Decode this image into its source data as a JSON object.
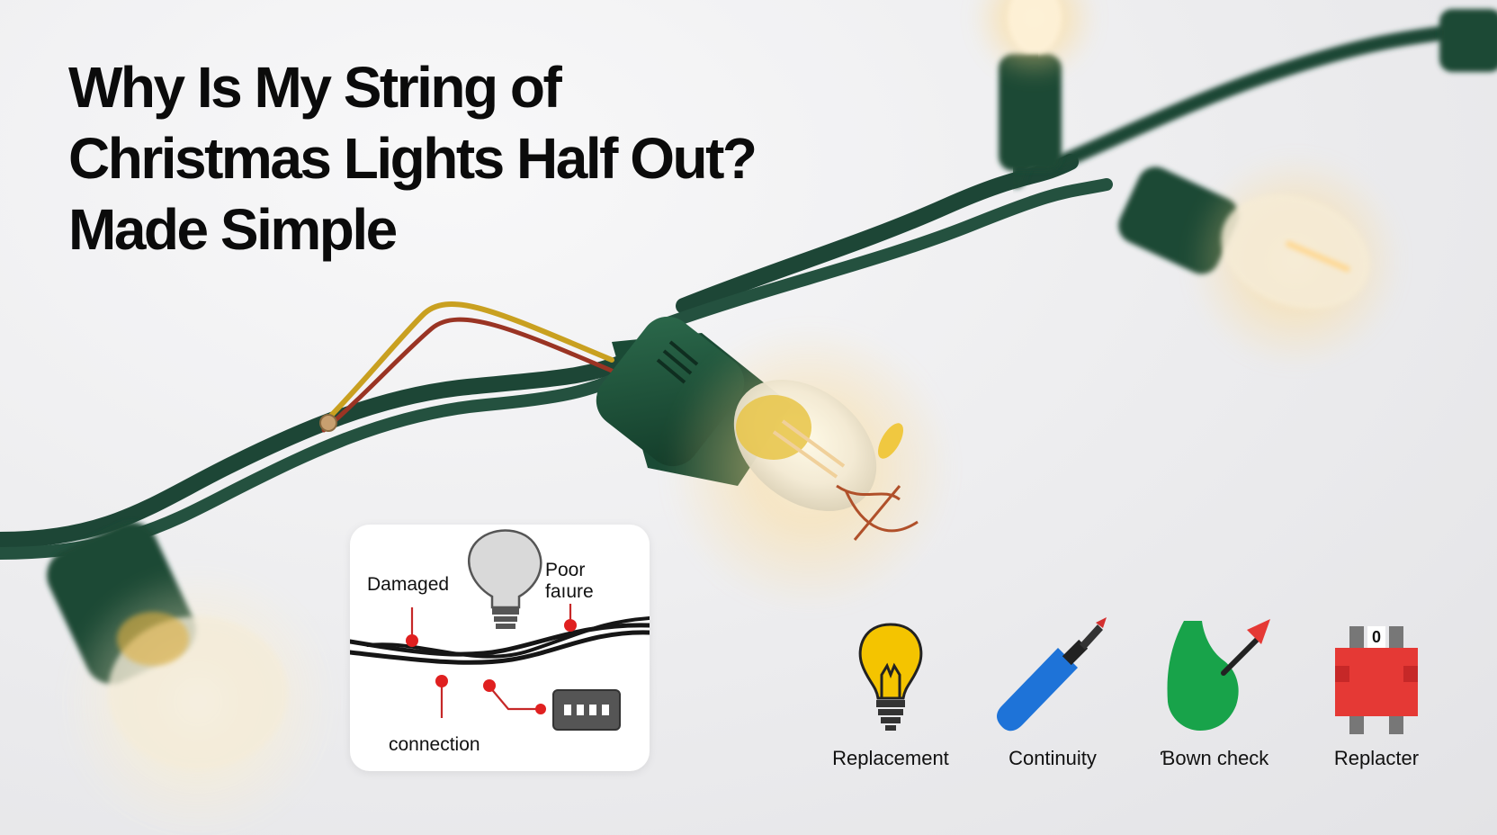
{
  "title": {
    "line1": "Why Is My String of",
    "line2": "Christmas Lights Half Out?",
    "line3": "Made Simple"
  },
  "diagram": {
    "label_damaged": "Damaged",
    "label_poor": "Poor",
    "label_failure": "faıure",
    "label_connection": "connection",
    "icons": [
      "light-bulb-icon",
      "wire-icon",
      "connector-box-icon"
    ]
  },
  "tools": [
    {
      "label": "Replacement",
      "icon": "bulb-icon",
      "color": "#f4c400"
    },
    {
      "label": "Continuity",
      "icon": "screwdriver-icon",
      "color": "#1e73d8"
    },
    {
      "label": "Ɓown check",
      "icon": "check-icon",
      "color": "#18a34a"
    },
    {
      "label": "Replacter",
      "icon": "fuse-icon",
      "color": "#e53935",
      "badge": "0"
    }
  ],
  "colors": {
    "cord": "#1f4a3a",
    "socket": "#1e5038",
    "glow": "#ffd58a",
    "wire_red": "#a83a2a",
    "wire_yellow": "#d8a82a"
  }
}
